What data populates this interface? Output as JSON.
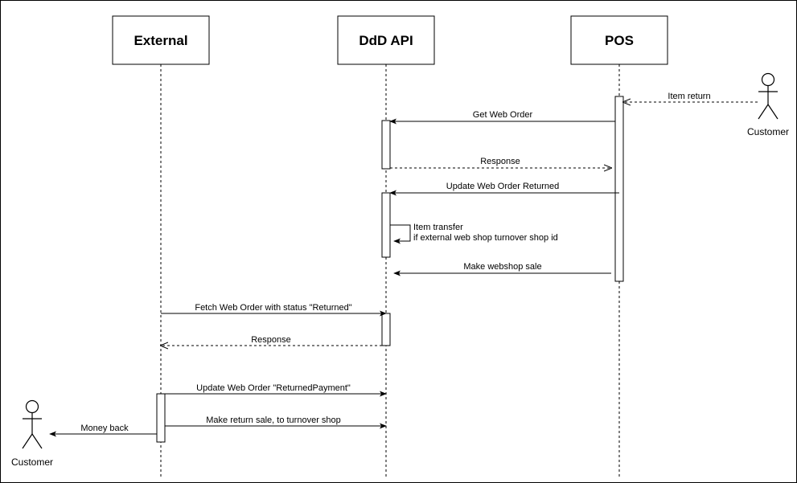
{
  "participants": [
    {
      "id": "external",
      "label": "External"
    },
    {
      "id": "ddd",
      "label": "DdD API"
    },
    {
      "id": "pos",
      "label": "POS"
    }
  ],
  "actors": [
    {
      "id": "customer_right",
      "label": "Customer"
    },
    {
      "id": "customer_left",
      "label": "Customer"
    }
  ],
  "messages": [
    {
      "id": "item-return",
      "label": "Item return",
      "style": "dashed"
    },
    {
      "id": "get-web-order",
      "label": "Get Web Order",
      "style": "solid"
    },
    {
      "id": "response-1",
      "label": "Response",
      "style": "dashed"
    },
    {
      "id": "update-returned",
      "label": "Update Web Order Returned",
      "style": "solid"
    },
    {
      "id": "item-transfer",
      "label": "Item transfer",
      "label2": "if external web shop turnover shop id",
      "style": "solid"
    },
    {
      "id": "make-webshop-sale",
      "label": "Make webshop sale",
      "style": "solid"
    },
    {
      "id": "fetch-returned",
      "label": "Fetch Web Order with status \"Returned\"",
      "style": "solid"
    },
    {
      "id": "response-2",
      "label": "Response",
      "style": "dashed"
    },
    {
      "id": "update-returnedpayment",
      "label": "Update Web Order \"ReturnedPayment\"",
      "style": "solid"
    },
    {
      "id": "make-return-sale",
      "label": "Make return sale, to turnover shop",
      "style": "solid"
    },
    {
      "id": "money-back",
      "label": "Money back",
      "style": "solid"
    }
  ]
}
